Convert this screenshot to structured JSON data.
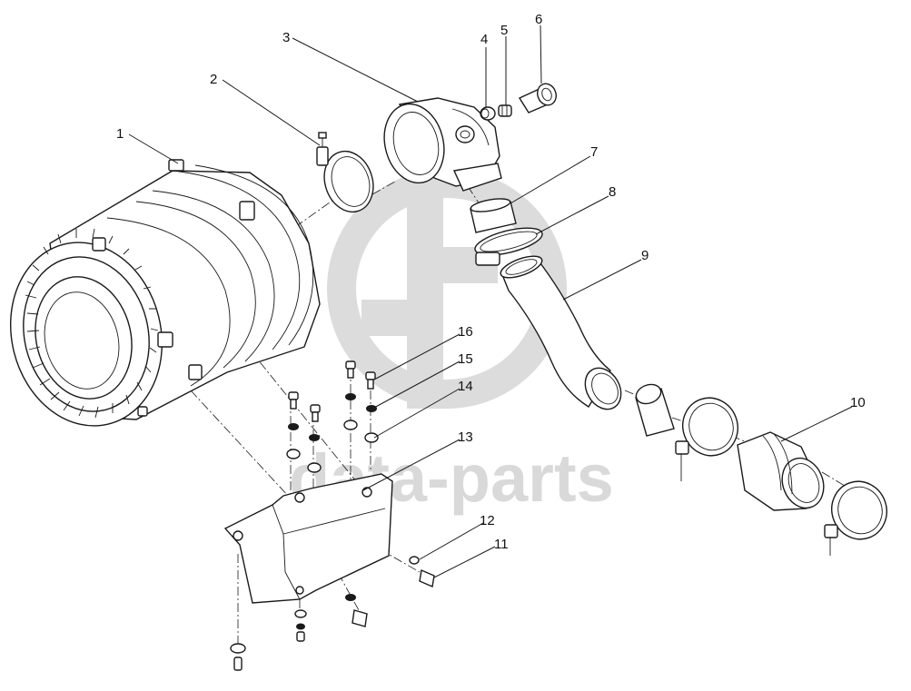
{
  "watermark": {
    "text": "data-parts",
    "color": "#d9d9d9"
  },
  "line_color": "#1a1a1a",
  "callouts": [
    {
      "id": "1",
      "label": "1"
    },
    {
      "id": "2",
      "label": "2"
    },
    {
      "id": "3",
      "label": "3"
    },
    {
      "id": "4",
      "label": "4"
    },
    {
      "id": "5",
      "label": "5"
    },
    {
      "id": "6",
      "label": "6"
    },
    {
      "id": "7",
      "label": "7"
    },
    {
      "id": "8",
      "label": "8"
    },
    {
      "id": "9",
      "label": "9"
    },
    {
      "id": "10",
      "label": "10"
    },
    {
      "id": "11",
      "label": "11"
    },
    {
      "id": "12",
      "label": "12"
    },
    {
      "id": "13",
      "label": "13"
    },
    {
      "id": "14",
      "label": "14"
    },
    {
      "id": "15",
      "label": "15"
    },
    {
      "id": "16",
      "label": "16"
    }
  ]
}
